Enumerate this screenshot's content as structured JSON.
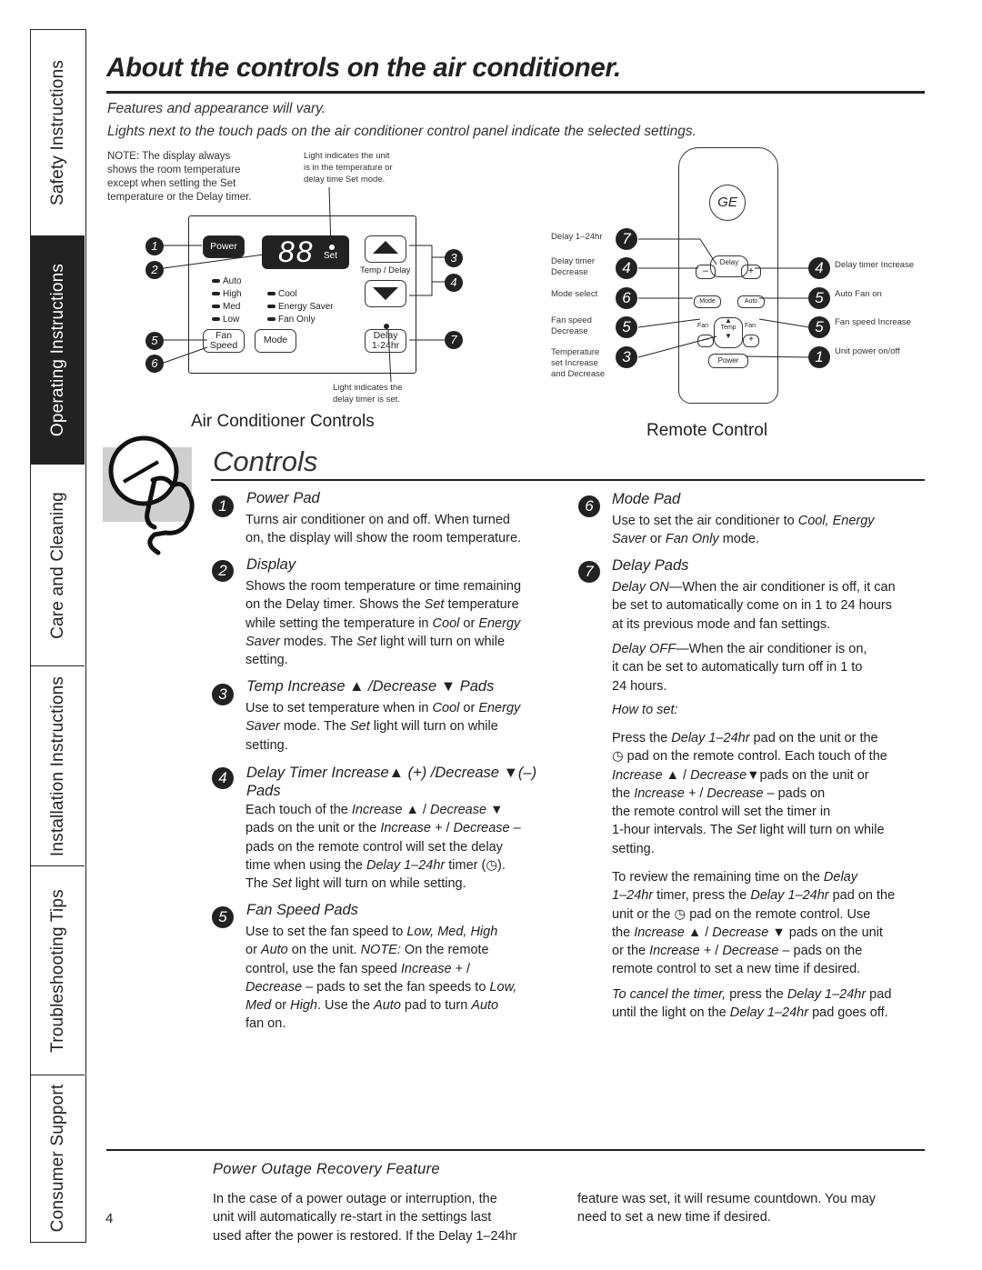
{
  "side_tabs": [
    "Safety Instructions",
    "Operating Instructions",
    "Care and Cleaning",
    "Installation Instructions",
    "Troubleshooting Tips",
    "Consumer Support"
  ],
  "title": "About the controls on the air conditioner.",
  "intro1": "Features and appearance will vary.",
  "intro2": "Lights next to the touch pads on the air conditioner control panel indicate the selected settings.",
  "note_display": [
    "NOTE: The display always",
    "shows the room temperature",
    "except when setting the Set",
    "temperature or the Delay timer."
  ],
  "note_light_set": [
    "Light indicates the unit",
    "is in the temperature or",
    "delay time Set mode."
  ],
  "note_light_delay": [
    "Light indicates the",
    "delay timer is set."
  ],
  "panel": {
    "power": "Power",
    "display": "88",
    "set": "Set",
    "temp_delay": "Temp / Delay",
    "fan_leds": [
      "Auto",
      "High",
      "Med",
      "Low"
    ],
    "mode_leds": [
      "Cool",
      "Energy Saver",
      "Fan Only"
    ],
    "fan_speed": [
      "Fan",
      "Speed"
    ],
    "mode": "Mode",
    "delay": [
      "Delay",
      "1-24hr"
    ],
    "callouts": [
      "1",
      "2",
      "5",
      "6",
      "3",
      "4",
      "7"
    ]
  },
  "panel_caption": "Air Conditioner Controls",
  "remote": {
    "logo": "GE",
    "delay": "Delay",
    "mode": "Mode",
    "auto": "Auto",
    "fan": "Fan",
    "temp": "Temp",
    "power": "Power",
    "left_labels": [
      {
        "num": "7",
        "text": [
          "Delay 1–24hr"
        ]
      },
      {
        "num": "4",
        "text": [
          "Delay timer",
          "Decrease"
        ]
      },
      {
        "num": "6",
        "text": [
          "Mode select"
        ]
      },
      {
        "num": "5",
        "text": [
          "Fan speed",
          "Decrease"
        ]
      },
      {
        "num": "3",
        "text": [
          "Temperature",
          "set Increase",
          "and Decrease"
        ]
      }
    ],
    "right_labels": [
      {
        "num": "4",
        "text": [
          "Delay timer Increase"
        ]
      },
      {
        "num": "5",
        "text": [
          "Auto Fan on"
        ]
      },
      {
        "num": "5",
        "text": [
          "Fan speed Increase"
        ]
      },
      {
        "num": "1",
        "text": [
          "Unit power on/off"
        ]
      }
    ]
  },
  "remote_caption": "Remote Control",
  "controls_title": "Controls",
  "sections": {
    "s1": {
      "num": "1",
      "head": "Power Pad"
    },
    "s2": {
      "num": "2",
      "head": "Display"
    },
    "s3": {
      "num": "3",
      "head": "Temp Increase ▲ /Decrease ▼ Pads"
    },
    "s4": {
      "num": "4",
      "head": [
        "Delay Timer Increase▲ (+) /Decrease ▼(–)",
        "Pads"
      ]
    },
    "s5": {
      "num": "5",
      "head": "Fan Speed Pads"
    },
    "s6": {
      "num": "6",
      "head": "Mode Pad"
    },
    "s7": {
      "num": "7",
      "head": "Delay Pads",
      "how_to_set": "How to set:"
    }
  },
  "outage": {
    "head": "Power Outage Recovery Feature",
    "left": [
      "In the case of a power outage or interruption, the",
      "unit will automatically re-start in the settings last",
      "used after the power is restored. If the Delay 1–24hr"
    ],
    "right": [
      "feature was set, it will resume countdown. You may",
      "need to set a new time if desired."
    ]
  },
  "page_number": "4"
}
